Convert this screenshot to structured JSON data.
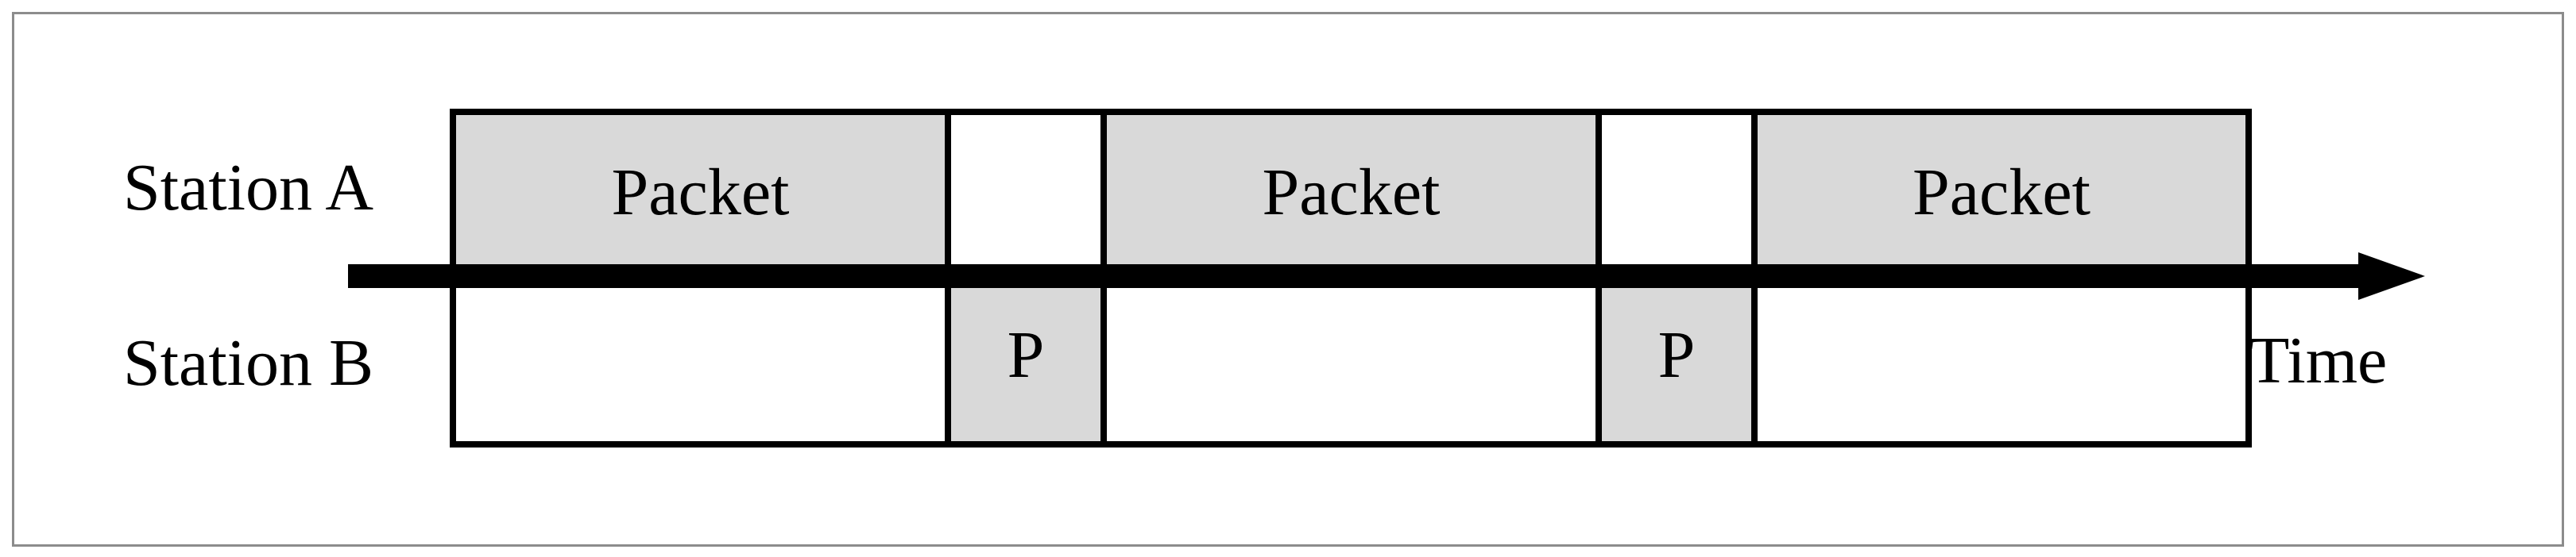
{
  "labels": {
    "station_a": "Station A",
    "station_b": "Station B",
    "time": "Time"
  },
  "rows": {
    "station_a": {
      "name": "Station A",
      "cells": [
        {
          "label": "Packet",
          "filled": true
        },
        {
          "label": "",
          "filled": false
        },
        {
          "label": "Packet",
          "filled": true
        },
        {
          "label": "",
          "filled": false
        },
        {
          "label": "Packet",
          "filled": true
        }
      ]
    },
    "station_b": {
      "name": "Station B",
      "cells": [
        {
          "label": "",
          "filled": false
        },
        {
          "label": "P",
          "filled": true
        },
        {
          "label": "",
          "filled": false
        },
        {
          "label": "P",
          "filled": true
        },
        {
          "label": "",
          "filled": false
        }
      ]
    }
  },
  "colors": {
    "box_fill": "#d9d9d9",
    "line": "#000000",
    "frame": "#8c8c8c",
    "text": "#000000",
    "background": "#ffffff"
  }
}
